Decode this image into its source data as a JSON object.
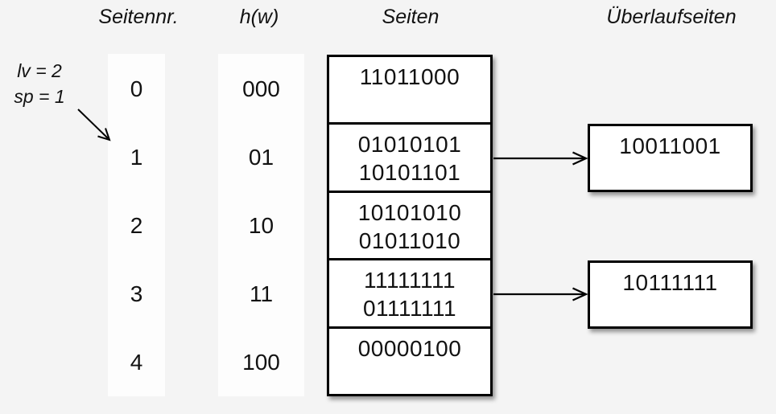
{
  "headers": {
    "page_no": "Seitennr.",
    "hash": "h(w)",
    "pages": "Seiten",
    "overflow": "Überlaufseiten"
  },
  "annotations": {
    "lv": "lv = 2",
    "sp": "sp = 1"
  },
  "rows": [
    {
      "page_no": "0",
      "hash": "000",
      "entries": [
        "11011000"
      ],
      "overflow": null
    },
    {
      "page_no": "1",
      "hash": "01",
      "entries": [
        "01010101",
        "10101101"
      ],
      "overflow": "10011001"
    },
    {
      "page_no": "2",
      "hash": "10",
      "entries": [
        "10101010",
        "01011010"
      ],
      "overflow": null
    },
    {
      "page_no": "3",
      "hash": "11",
      "entries": [
        "11111111",
        "01111111"
      ],
      "overflow": "10111111"
    },
    {
      "page_no": "4",
      "hash": "100",
      "entries": [
        "00000100"
      ],
      "overflow": null
    }
  ],
  "colors": {
    "background": "#f4f4f4",
    "column_strip": "#fdfdfd",
    "box_fill": "#ffffff",
    "line": "#000000",
    "text": "#121212"
  },
  "icons": {
    "arrow_right": "open-chevron-arrow",
    "arrow_diagonal": "open-chevron-arrow"
  }
}
